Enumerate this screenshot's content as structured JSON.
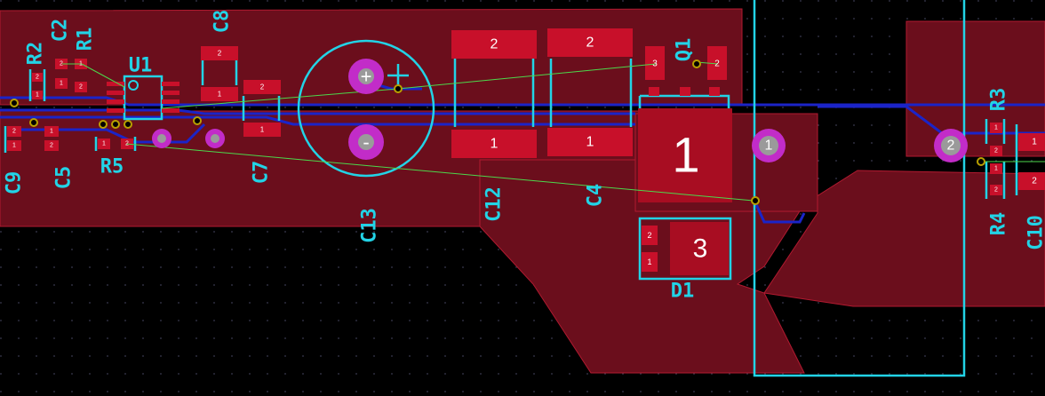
{
  "theme": {
    "background": "#000000",
    "grid_dot": "#3a3a50",
    "copper_fill": "#6b0e1c",
    "copper_fill_edge": "#b11a30",
    "pad": "#c8102a",
    "pad_text": "#ffffff",
    "silkscreen": "#22d3e6",
    "trace_bottom": "#1b24c8",
    "ratsnest": "#4cd84c",
    "via_ring": "#b8a000",
    "thru_hole": "#c22cc8",
    "thru_hole_center": "#9a9a9a"
  },
  "designators": {
    "c9": "C9",
    "c5": "C5",
    "r5": "R5",
    "r2": "R2",
    "c2": "C2",
    "r1": "R1",
    "u1": "U1",
    "c8": "C8",
    "c7": "C7",
    "c13": "C13",
    "c12": "C12",
    "c4": "C4",
    "q1": "Q1",
    "d1": "D1",
    "r3": "R3",
    "r4": "R4",
    "c10": "C10"
  },
  "polarity": {
    "plus": "+",
    "minus": "-",
    "plus_silk": "+"
  },
  "pad_numbers": {
    "n1": "1",
    "n2": "2",
    "n3": "3"
  }
}
